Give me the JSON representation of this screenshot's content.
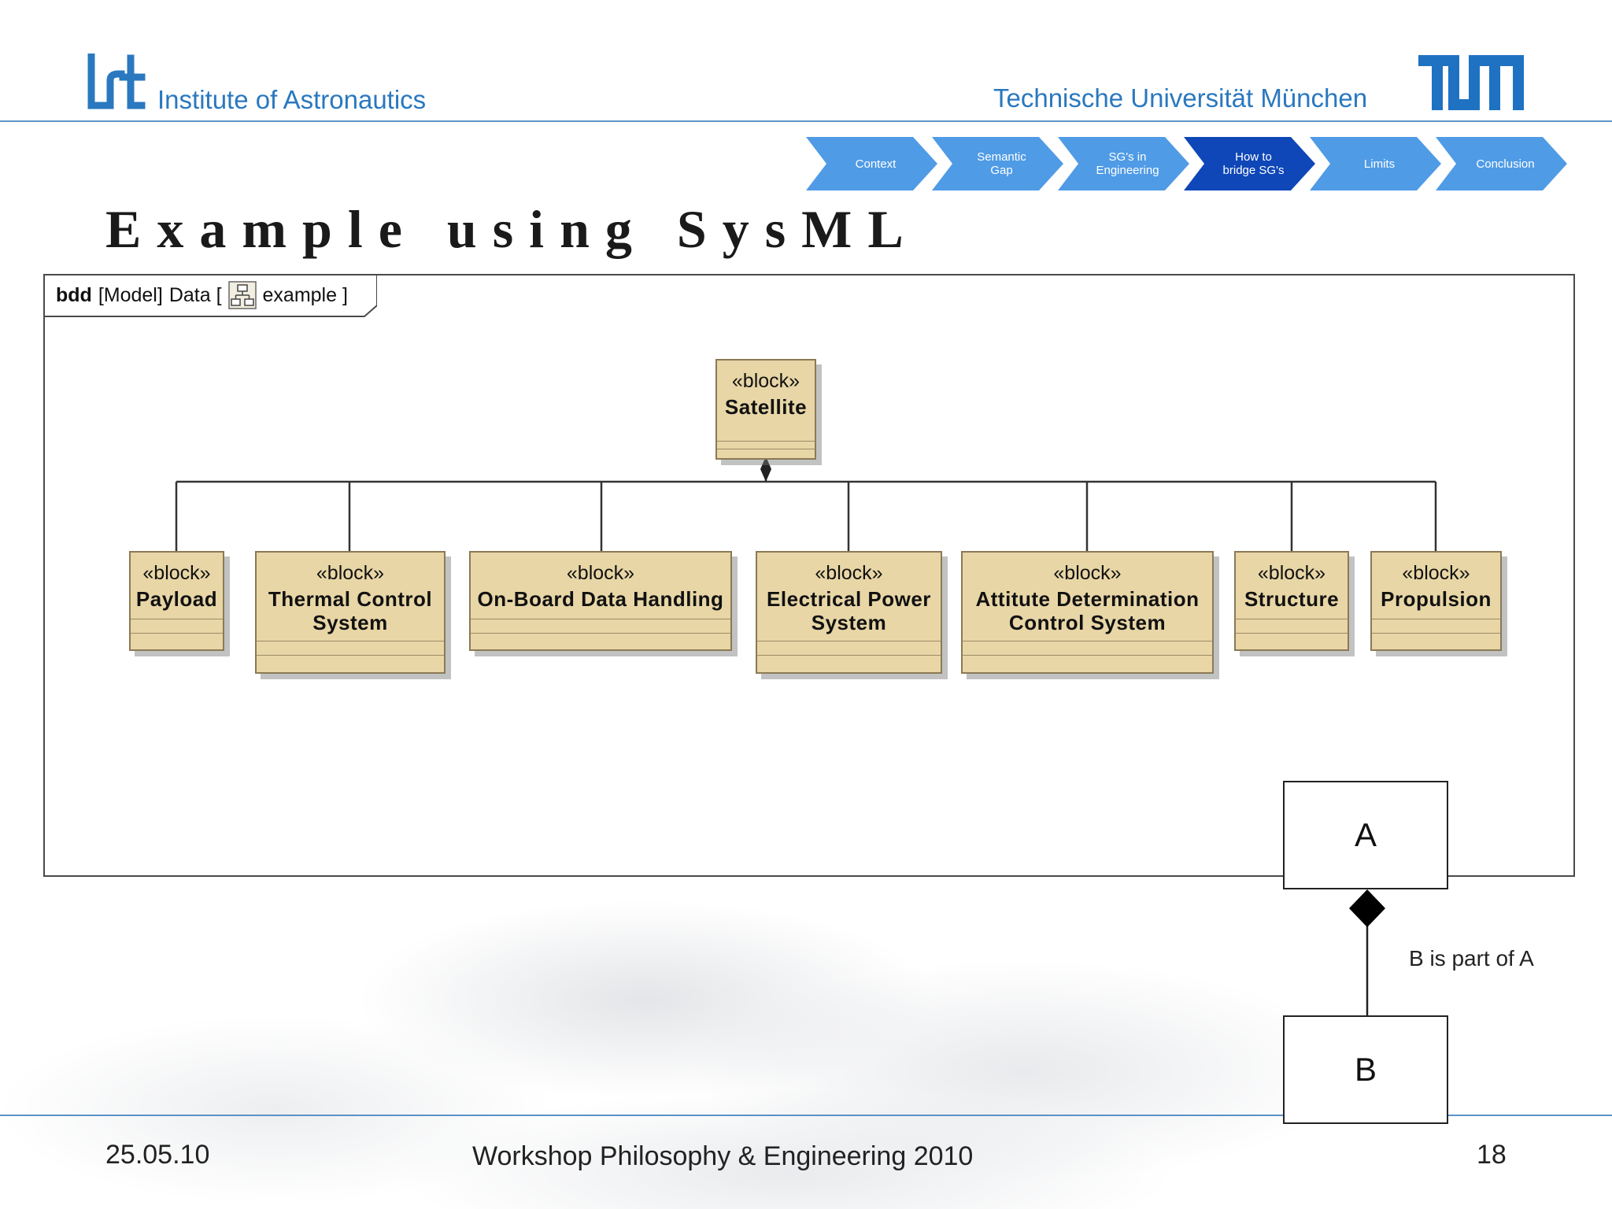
{
  "header": {
    "institute_name": "Institute of Astronautics",
    "university_name": "Technische Universität München"
  },
  "nav": {
    "items": [
      {
        "label": "Context",
        "active": false
      },
      {
        "label": "Semantic\nGap",
        "active": false
      },
      {
        "label": "SG's in\nEngineering",
        "active": false
      },
      {
        "label": "How to\nbridge SG's",
        "active": true
      },
      {
        "label": "Limits",
        "active": false
      },
      {
        "label": "Conclusion",
        "active": false
      }
    ],
    "colors": {
      "inactive": "#4f9be6",
      "active": "#0f47b8"
    }
  },
  "title": "Example using SysML",
  "diagram": {
    "kind": "bdd",
    "model": "[Model]",
    "package": "Data [",
    "name": "example ]",
    "root": {
      "stereotype": "«block»",
      "name": "Satellite"
    },
    "parts": [
      {
        "stereotype": "«block»",
        "name": "Payload"
      },
      {
        "stereotype": "«block»",
        "name": "Thermal Control\nSystem"
      },
      {
        "stereotype": "«block»",
        "name": "On-Board Data Handling"
      },
      {
        "stereotype": "«block»",
        "name": "Electrical Power\nSystem"
      },
      {
        "stereotype": "«block»",
        "name": "Attitute Determination\nControl System"
      },
      {
        "stereotype": "«block»",
        "name": "Structure"
      },
      {
        "stereotype": "«block»",
        "name": "Propulsion"
      }
    ],
    "block_color": "#e8d6a6"
  },
  "legend": {
    "a_label": "A",
    "b_label": "B",
    "relation_text": "B is part of A"
  },
  "footer": {
    "date": "25.05.10",
    "title": "Workshop Philosophy & Engineering 2010",
    "page": "18"
  }
}
